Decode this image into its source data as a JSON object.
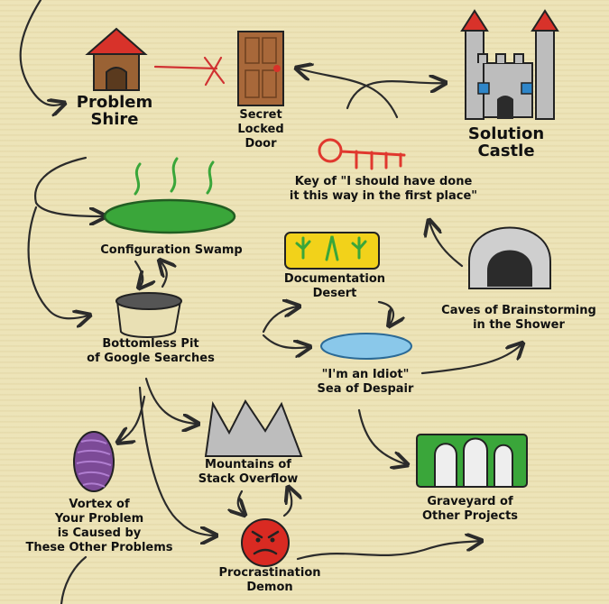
{
  "locations": {
    "problem_shire": "Problem\nShire",
    "secret_door": "Secret\nLocked\nDoor",
    "solution_castle": "Solution\nCastle",
    "key": "Key of \"I should have done\nit this way in the first place\"",
    "config_swamp": "Configuration Swamp",
    "doc_desert": "Documentation\nDesert",
    "caves": "Caves of Brainstorming\nin the Shower",
    "pit": "Bottomless Pit\nof Google Searches",
    "sea": "\"I'm an Idiot\"\nSea of Despair",
    "mountains": "Mountains of\nStack Overflow",
    "vortex": "Vortex of\nYour Problem\nis Caused by\nThese Other Problems",
    "graveyard": "Graveyard of\nOther Projects",
    "demon": "Procrastination\nDemon"
  },
  "colors": {
    "background": "#ece2b6",
    "roof_red": "#d8322a",
    "house_brown": "#9a6234",
    "castle_gray": "#bdbdbd",
    "window_blue": "#2f86c9",
    "swamp_green": "#3aa63a",
    "desert_yellow": "#f2d21a",
    "sea_blue": "#8ac8ea",
    "vortex_purple": "#7c4a97",
    "demon_red": "#d92a22",
    "stroke_dark": "#222222"
  }
}
